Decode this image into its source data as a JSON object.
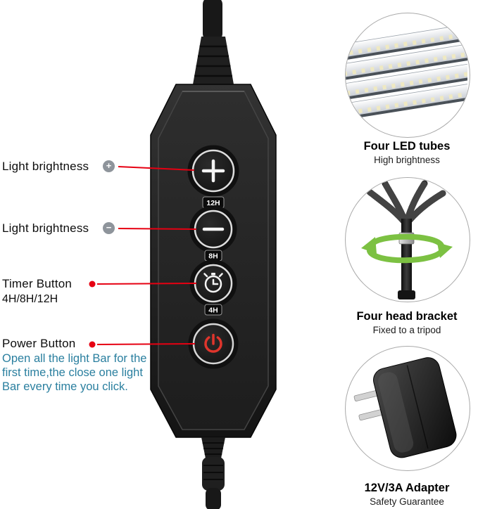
{
  "colors": {
    "callout_red": "#e60012",
    "description_teal": "#2a7f9f",
    "arrow_green": "#7cc142",
    "power_glyph_red": "#e0352c"
  },
  "callouts": {
    "brightness_up": {
      "label": "Light brightness",
      "icon_glyph": "+"
    },
    "brightness_down": {
      "label": "Light brightness",
      "icon_glyph": "−"
    },
    "timer": {
      "label": "Timer Button",
      "sublabel": "4H/8H/12H"
    },
    "power": {
      "label": "Power Button",
      "description": "Open all the light Bar for the first time,the close one light Bar every time you click."
    }
  },
  "remote": {
    "timer_badges": [
      "12H",
      "8H",
      "4H"
    ],
    "buttons": [
      "plus",
      "minus",
      "timer",
      "power"
    ]
  },
  "features": [
    {
      "title": "Four LED tubes",
      "subtitle": "High brightness"
    },
    {
      "title": "Four head bracket",
      "subtitle": "Fixed to a tripod"
    },
    {
      "title": "12V/3A  Adapter",
      "subtitle": "Safety Guarantee"
    }
  ]
}
